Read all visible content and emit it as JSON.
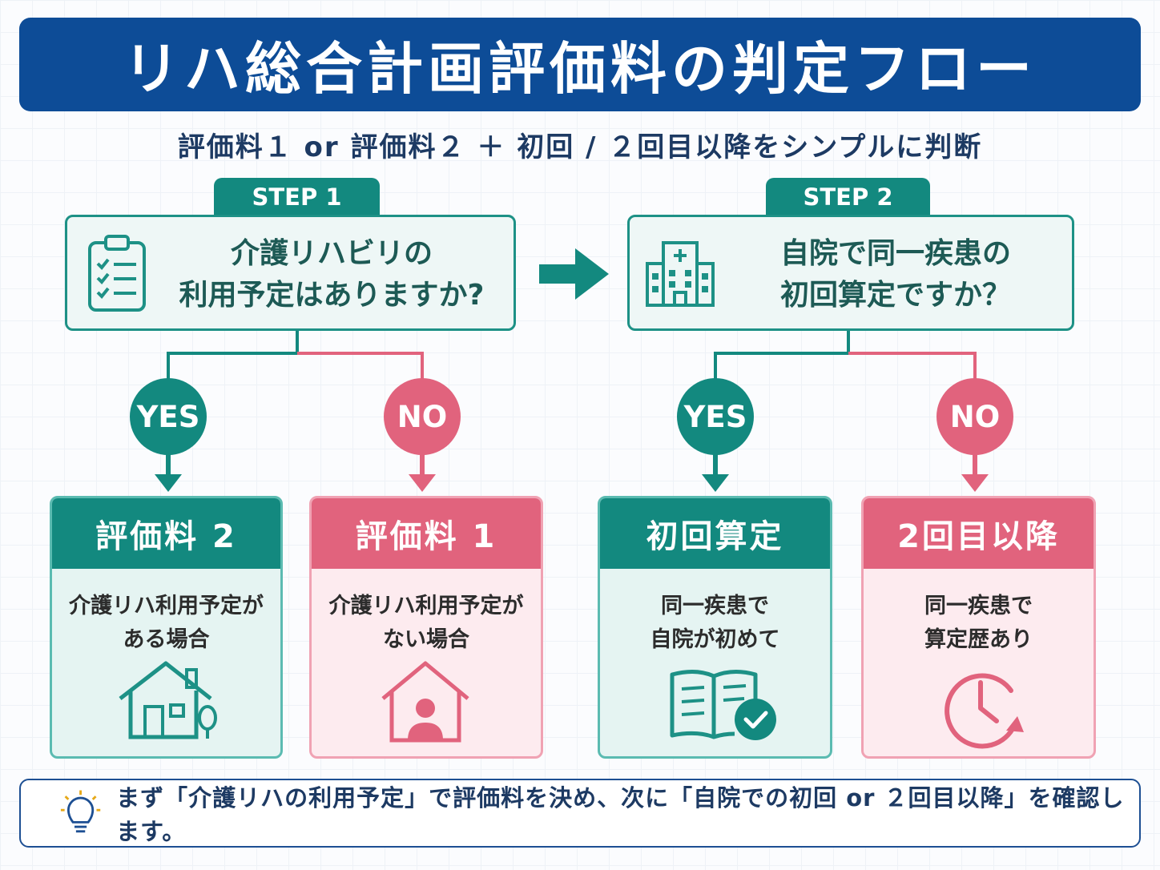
{
  "title": "リハ総合計画評価料の判定フロー",
  "subtitle": "評価料１ or 評価料２ ＋ 初回 / ２回目以降をシンプルに判断",
  "step1": {
    "tab": "STEP 1",
    "question_line1": "介護リハビリの",
    "question_line2": "利用予定はありますか?",
    "icon": "clipboard-checklist-icon",
    "yes": {
      "label": "YES",
      "result_title": "評価料 2",
      "line1": "介護リハ利用予定が",
      "line2": "ある場合",
      "icon": "house-with-tree-icon"
    },
    "no": {
      "label": "NO",
      "result_title": "評価料 1",
      "line1": "介護リハ利用予定が",
      "line2": "ない場合",
      "icon": "house-with-person-icon"
    }
  },
  "step2": {
    "tab": "STEP 2",
    "question_line1": "自院で同一疾患の",
    "question_line2": "初回算定ですか？",
    "icon": "hospital-icon",
    "yes": {
      "label": "YES",
      "result_title": "初回算定",
      "line1": "同一疾患で",
      "line2": "自院が初めて",
      "icon": "book-check-icon"
    },
    "no": {
      "label": "NO",
      "result_title": "2回目以降",
      "line1": "同一疾患で",
      "line2": "算定歴あり",
      "icon": "clock-repeat-icon"
    }
  },
  "note": {
    "icon": "lightbulb-icon",
    "text": "まず「介護リハの利用予定」で評価料を決め、次に「自院での初回 or ２回目以降」を確認します。"
  },
  "colors": {
    "navy": "#0d4c97",
    "teal": "#13897f",
    "pink": "#e1637d",
    "teal_light": "#e5f4f2",
    "pink_light": "#fdebef"
  }
}
